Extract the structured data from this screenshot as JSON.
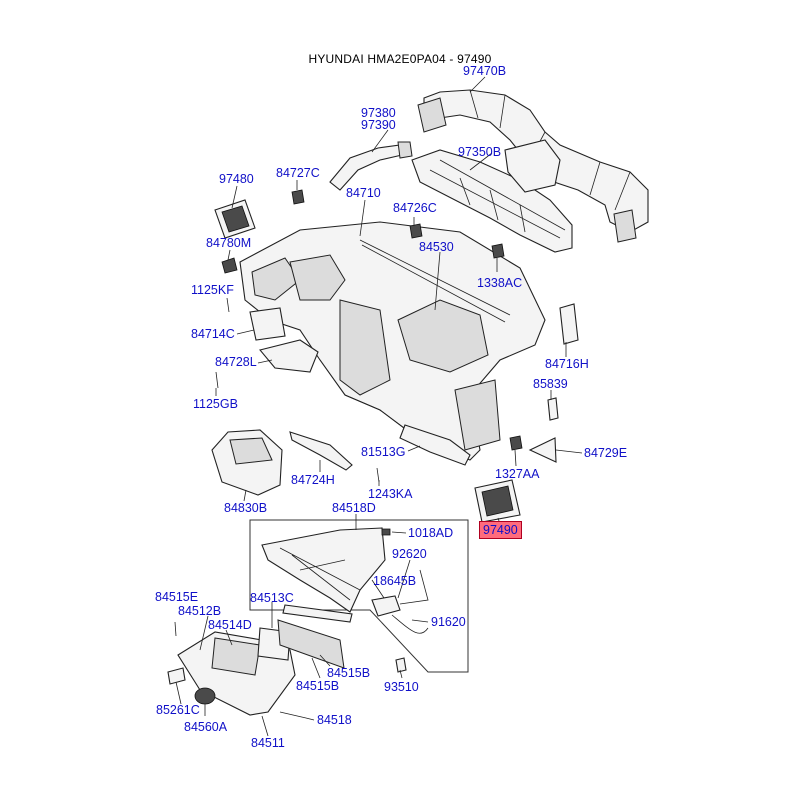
{
  "title": "HYUNDAI HMA2E0PA04 - 97490",
  "highlight_color": "#ff6b7d",
  "label_color": "#1010c8",
  "labels": {
    "l97470B": "97470B",
    "l97380": "97380",
    "l97390": "97390",
    "l97350B": "97350B",
    "l97480": "97480",
    "l84727C": "84727C",
    "l84710": "84710",
    "l84726C": "84726C",
    "l84530": "84530",
    "l84780M": "84780M",
    "l1338AC": "1338AC",
    "l1125KF": "1125KF",
    "l84714C": "84714C",
    "l84716H": "84716H",
    "l84728L": "84728L",
    "l85839": "85839",
    "l1125GB": "1125GB",
    "l81513G": "81513G",
    "l84729E": "84729E",
    "l1327AA": "1327AA",
    "l84724H": "84724H",
    "l1243KA": "1243KA",
    "l84830B": "84830B",
    "l84518D": "84518D",
    "l97490": "97490",
    "l1018AD": "1018AD",
    "l92620": "92620",
    "l18645B": "18645B",
    "l84515E": "84515E",
    "l84513C": "84513C",
    "l84512B": "84512B",
    "l91620": "91620",
    "l84514D": "84514D",
    "l84515B_a": "84515B",
    "l84515B_b": "84515B",
    "l93510": "93510",
    "l85261C": "85261C",
    "l84560A": "84560A",
    "l84518": "84518",
    "l84511": "84511"
  }
}
